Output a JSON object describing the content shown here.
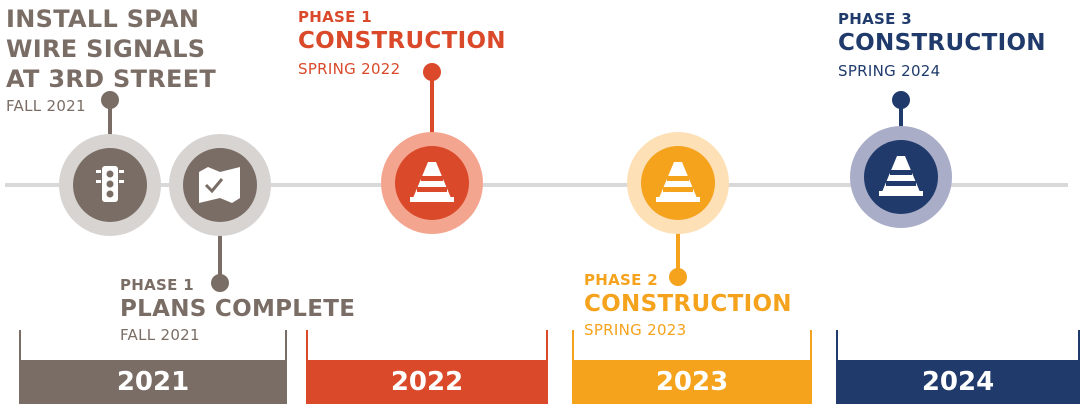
{
  "colors": {
    "gray": "#7a6d65",
    "gray_ring": "#d7d4d2",
    "red": "#d9492a",
    "red_ring": "#f4a58f",
    "orange": "#f5a21d",
    "orange_ring": "#fde0b6",
    "navy": "#1f3a6b",
    "navy_ring": "#a9adc8",
    "timeline": "#d9d9d9"
  },
  "milestones": {
    "signals": {
      "title_lines": [
        "INSTALL SPAN",
        "WIRE SIGNALS",
        "AT 3RD STREET"
      ],
      "date": "FALL 2021",
      "icon": "traffic-light-icon"
    },
    "plans": {
      "kicker": "PHASE 1",
      "title": "PLANS COMPLETE",
      "date": "FALL 2021",
      "icon": "map-check-icon"
    },
    "phase1": {
      "kicker": "PHASE 1",
      "title": "CONSTRUCTION",
      "date": "SPRING 2022",
      "icon": "traffic-cone-icon"
    },
    "phase2": {
      "kicker": "PHASE 2",
      "title": "CONSTRUCTION",
      "date": "SPRING 2023",
      "icon": "traffic-cone-icon"
    },
    "phase3": {
      "kicker": "PHASE 3",
      "title": "CONSTRUCTION",
      "date": "SPRING 2024",
      "icon": "traffic-cone-icon"
    }
  },
  "years": [
    "2021",
    "2022",
    "2023",
    "2024"
  ]
}
